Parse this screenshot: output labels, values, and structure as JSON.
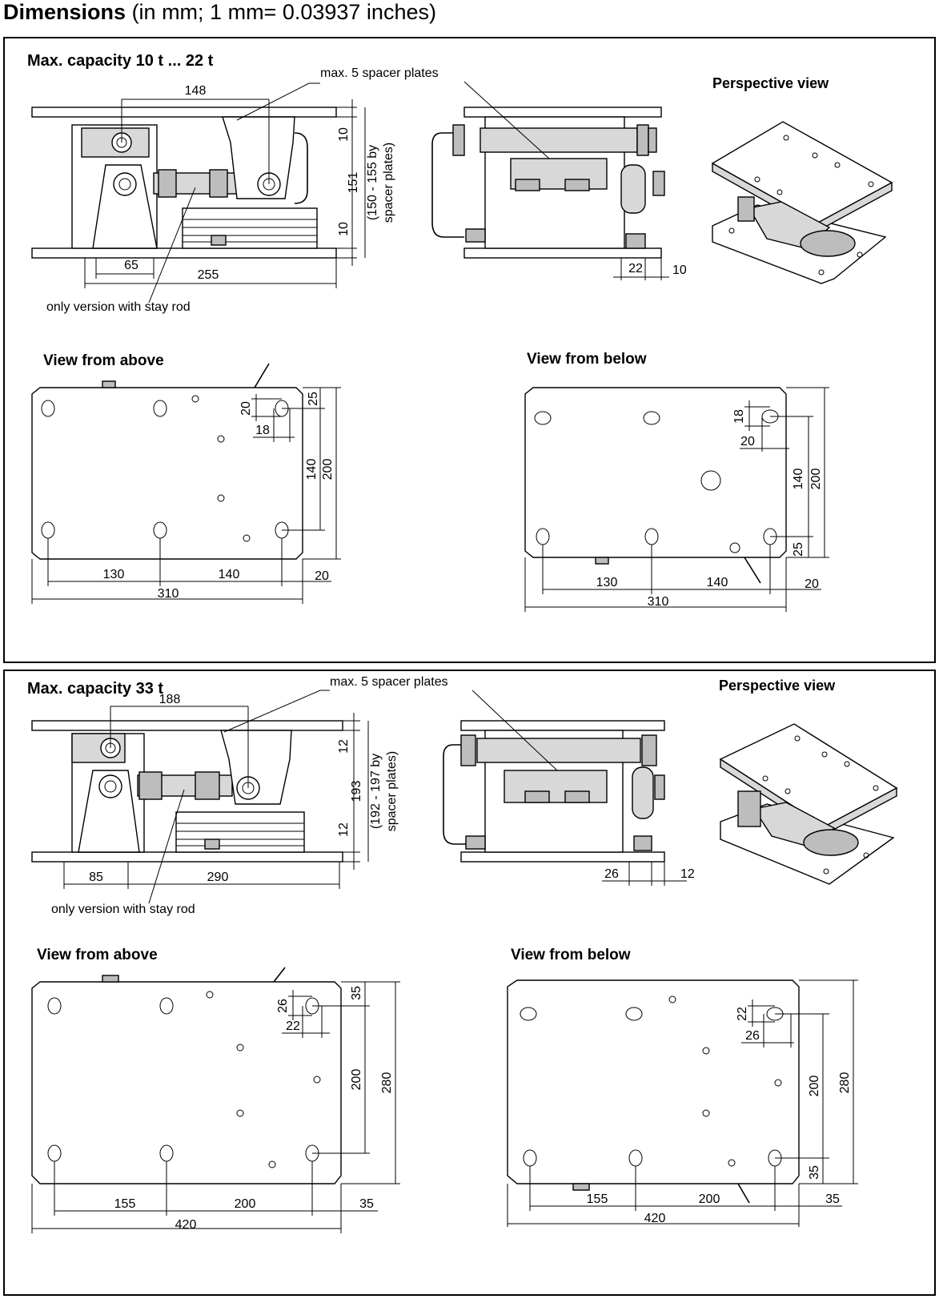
{
  "header": {
    "title": "Dimensions",
    "subtitle": "(in mm; 1 mm= 0.03937 inches)"
  },
  "panel1": {
    "title": "Max. capacity 10 t ... 22 t",
    "perspective": "Perspective view",
    "spacer_note": "max. 5 spacer plates",
    "stay_rod_note": "only version with stay rod",
    "above_title": "View from above",
    "below_title": "View from below",
    "side": {
      "d148": "148",
      "d10a": "10",
      "d151": "151",
      "d10b": "10",
      "d_range": "(150 - 155 by",
      "d_range2": "spacer plates)",
      "d65": "65",
      "d255": "255"
    },
    "front": {
      "d22": "22",
      "d10": "10"
    },
    "above": {
      "d20": "20",
      "d18": "18",
      "d25": "25",
      "d140": "140",
      "d200": "200",
      "d130": "130",
      "d140h": "140",
      "d20h": "20",
      "d310": "310"
    },
    "below": {
      "d18": "18",
      "d20": "20",
      "d140": "140",
      "d200": "200",
      "d25": "25",
      "d130": "130",
      "d140h": "140",
      "d20h": "20",
      "d310": "310"
    }
  },
  "panel2": {
    "title": "Max. capacity 33 t",
    "perspective": "Perspective view",
    "spacer_note": "max. 5 spacer plates",
    "stay_rod_note": "only version with stay rod",
    "above_title": "View from above",
    "below_title": "View from below",
    "side": {
      "d188": "188",
      "d12a": "12",
      "d193": "193",
      "d12b": "12",
      "d_range": "(192 - 197 by",
      "d_range2": "spacer plates)",
      "d85": "85",
      "d290": "290"
    },
    "front": {
      "d26": "26",
      "d12": "12"
    },
    "above": {
      "d26": "26",
      "d22": "22",
      "d35": "35",
      "d200": "200",
      "d280": "280",
      "d155": "155",
      "d200h": "200",
      "d35h": "35",
      "d420": "420"
    },
    "below": {
      "d22": "22",
      "d26": "26",
      "d200": "200",
      "d280": "280",
      "d35": "35",
      "d155": "155",
      "d200h": "200",
      "d35h": "35",
      "d420": "420"
    }
  }
}
